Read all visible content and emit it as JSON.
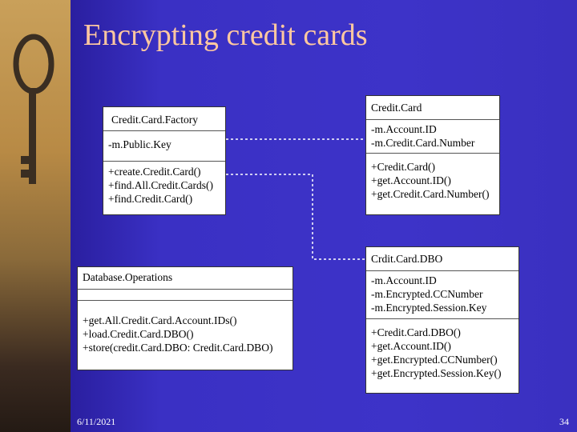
{
  "slide": {
    "title": "Encrypting credit cards",
    "date": "6/11/2021",
    "page_number": "34"
  },
  "classes": {
    "credit_card_factory": {
      "name": "Credit.Card.Factory",
      "attributes": [
        "-m.Public.Key"
      ],
      "methods": [
        "+create.Credit.Card()",
        "+find.All.Credit.Cards()",
        "+find.Credit.Card()"
      ]
    },
    "credit_card": {
      "name": "Credit.Card",
      "attributes": [
        "-m.Account.ID",
        "-m.Credit.Card.Number"
      ],
      "methods": [
        "+Credit.Card()",
        "+get.Account.ID()",
        "+get.Credit.Card.Number()"
      ]
    },
    "database_operations": {
      "name": "Database.Operations",
      "attributes": [],
      "methods": [
        "+get.All.Credit.Card.Account.IDs()",
        "+load.Credit.Card.DBO()",
        "+store(credit.Card.DBO: Credit.Card.DBO)"
      ]
    },
    "credit_card_dbo": {
      "name": "Crdit.Card.DBO",
      "attributes": [
        "-m.Account.ID",
        "-m.Encrypted.CCNumber",
        "-m.Encrypted.Session.Key"
      ],
      "methods": [
        "+Credit.Card.DBO()",
        "+get.Account.ID()",
        "+get.Encrypted.CCNumber()",
        "+get.Encrypted.Session.Key()"
      ]
    }
  },
  "colors": {
    "background": "#3a2fb8",
    "title": "#ffc8a0",
    "connector": "#ffffff"
  }
}
